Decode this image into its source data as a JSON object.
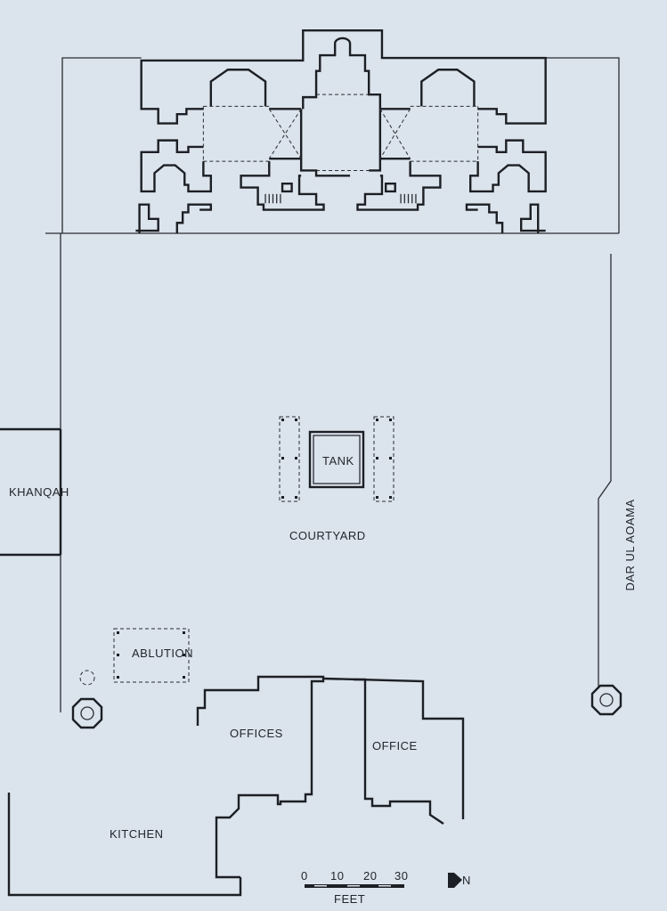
{
  "plan": {
    "labels": {
      "khanqah": "KHANQAH",
      "tank": "TANK",
      "courtyard": "COURTYARD",
      "ablution": "ABLUTION",
      "offices": "OFFICES",
      "office": "OFFICE",
      "kitchen": "KITCHEN",
      "dar_ul_aoama": "DAR UL AOAMA"
    },
    "scale": {
      "ticks": [
        "0",
        "10",
        "20",
        "30"
      ],
      "unit": "FEET",
      "north": "N"
    },
    "colors": {
      "paper": "#dbe3ec",
      "ink": "#1c1f24"
    }
  }
}
